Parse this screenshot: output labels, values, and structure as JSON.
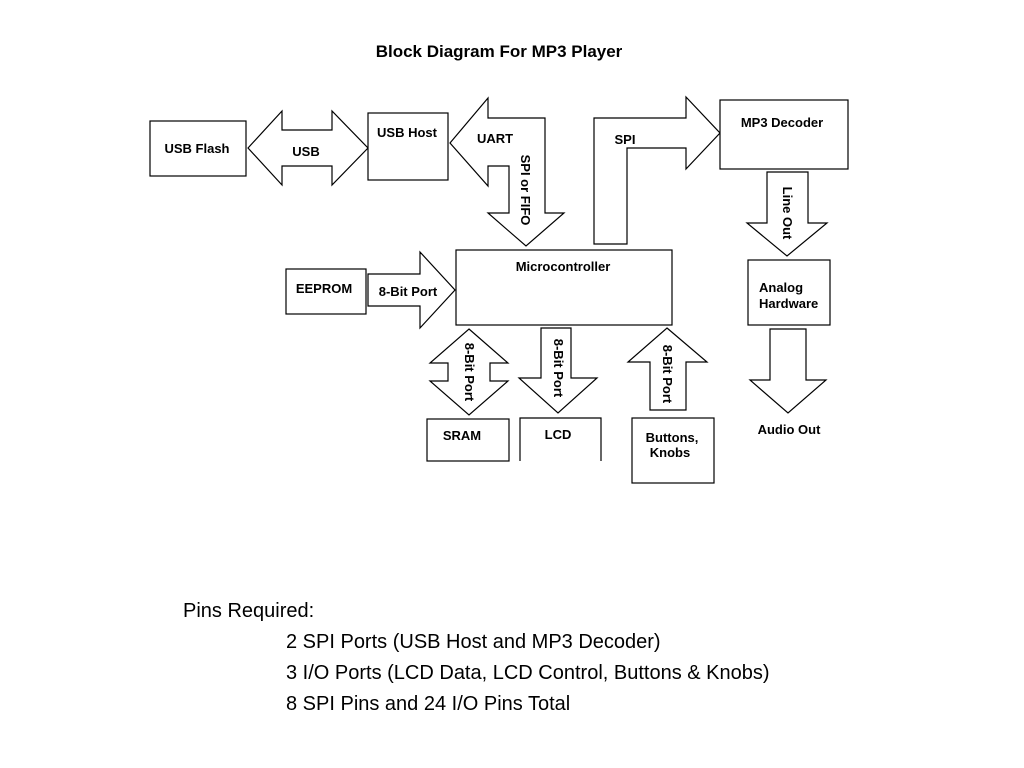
{
  "diagram": {
    "title": "Block Diagram For MP3 Player",
    "blocks": {
      "usb_flash": "USB Flash",
      "usb_host": "USB Host",
      "mp3_decoder": "MP3 Decoder",
      "microcontroller": "Microcontroller",
      "eeprom": "EEPROM",
      "analog_hardware_line1": "Analog",
      "analog_hardware_line2": "Hardware",
      "sram": "SRAM",
      "lcd": "LCD",
      "buttons_line1": "Buttons,",
      "buttons_line2": "Knobs",
      "audio_out": "Audio Out"
    },
    "connections": {
      "usb": "USB",
      "uart": "UART",
      "spi_or_fifo": "SPI  or FIFO",
      "spi": "SPI",
      "line_out": "Line Out",
      "eeprom_port": "8-Bit Port",
      "sram_port": "8-Bit Port",
      "lcd_port": "8-Bit Port",
      "buttons_port": "8-Bit Port"
    }
  },
  "notes": {
    "heading": "Pins Required:",
    "items": [
      "2 SPI Ports (USB Host and MP3 Decoder)",
      "3 I/O Ports (LCD Data, LCD Control, Buttons & Knobs)",
      "8 SPI Pins and 24 I/O Pins Total"
    ]
  }
}
